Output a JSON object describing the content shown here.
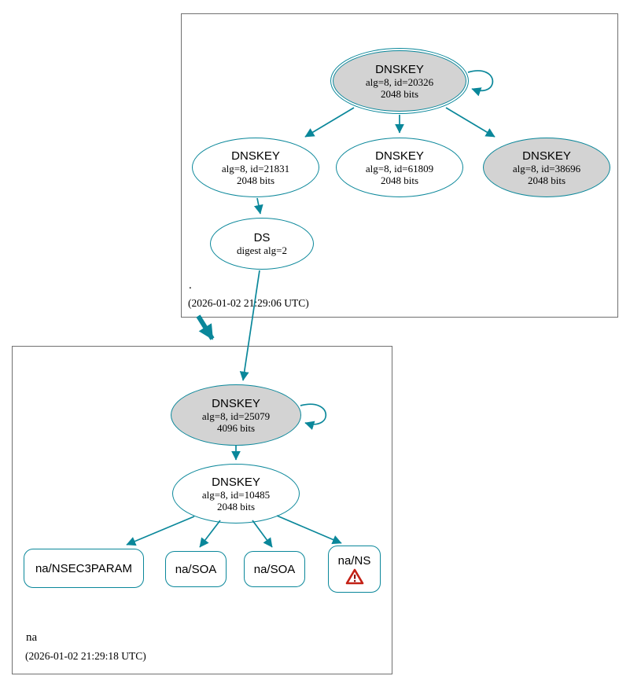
{
  "root_zone": {
    "name": ".",
    "timestamp": "(2026-01-02 21:29:06 UTC)",
    "ksk": {
      "title": "DNSKEY",
      "alg": "alg=8, id=20326",
      "bits": "2048 bits"
    },
    "zsk_21831": {
      "title": "DNSKEY",
      "alg": "alg=8, id=21831",
      "bits": "2048 bits"
    },
    "zsk_61809": {
      "title": "DNSKEY",
      "alg": "alg=8, id=61809",
      "bits": "2048 bits"
    },
    "zsk_38696": {
      "title": "DNSKEY",
      "alg": "alg=8, id=38696",
      "bits": "2048 bits"
    },
    "ds": {
      "title": "DS",
      "digest": "digest alg=2"
    }
  },
  "na_zone": {
    "name": "na",
    "timestamp": "(2026-01-02 21:29:18 UTC)",
    "ksk": {
      "title": "DNSKEY",
      "alg": "alg=8, id=25079",
      "bits": "4096 bits"
    },
    "zsk": {
      "title": "DNSKEY",
      "alg": "alg=8, id=10485",
      "bits": "2048 bits"
    },
    "rrsets": [
      {
        "label": "na/NSEC3PARAM"
      },
      {
        "label": "na/SOA"
      },
      {
        "label": "na/SOA"
      },
      {
        "label": "na/NS",
        "icon": "warning-icon"
      }
    ]
  },
  "colors": {
    "secure_teal": "#0a879a",
    "sep_fill": "#d3d3d3",
    "warning_red": "#c42015",
    "box_border": "#707070"
  }
}
